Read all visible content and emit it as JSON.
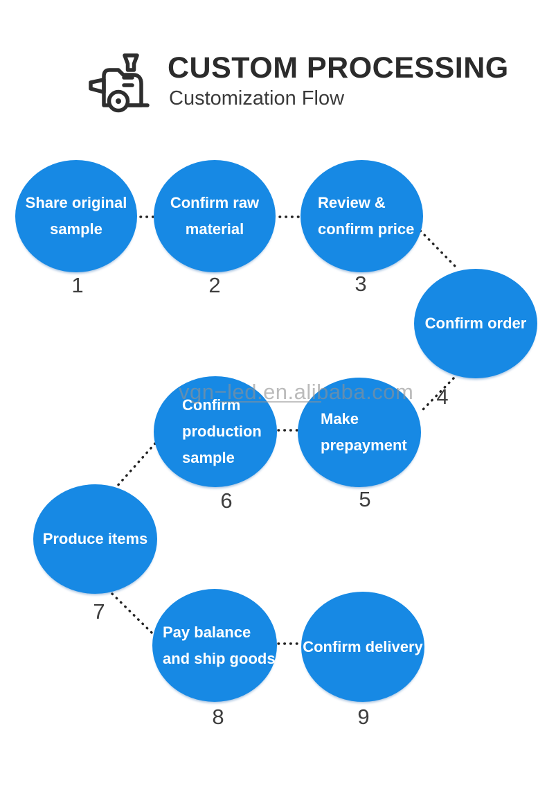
{
  "header": {
    "title": "CUSTOM PROCESSING",
    "subtitle": "Customization Flow",
    "icon": "processing-machine-icon"
  },
  "watermark": {
    "text": "vgn−led.en.alibaba.com"
  },
  "colors": {
    "circle_blue": "#1789e4",
    "circle_text": "#ffffff",
    "title_dark": "#2b2b2b",
    "subtitle_gray": "#3a3a3a",
    "number_gray": "#3e3e3e",
    "connector_dark": "#232323",
    "watermark_gray": "#919191",
    "background": "#ffffff"
  },
  "steps": [
    {
      "number": "1",
      "lines": [
        "Share original",
        "sample"
      ]
    },
    {
      "number": "2",
      "lines": [
        "Confirm raw",
        "material"
      ]
    },
    {
      "number": "3",
      "lines": [
        "Review &",
        "confirm price"
      ]
    },
    {
      "number": "4",
      "lines": [
        "Confirm order"
      ]
    },
    {
      "number": "5",
      "lines": [
        "Make",
        "prepayment"
      ]
    },
    {
      "number": "6",
      "lines": [
        "Confirm",
        "production",
        "sample"
      ]
    },
    {
      "number": "7",
      "lines": [
        "Produce items"
      ]
    },
    {
      "number": "8",
      "lines": [
        "Pay balance",
        "and ship goods"
      ]
    },
    {
      "number": "9",
      "lines": [
        "Confirm delivery"
      ]
    }
  ]
}
